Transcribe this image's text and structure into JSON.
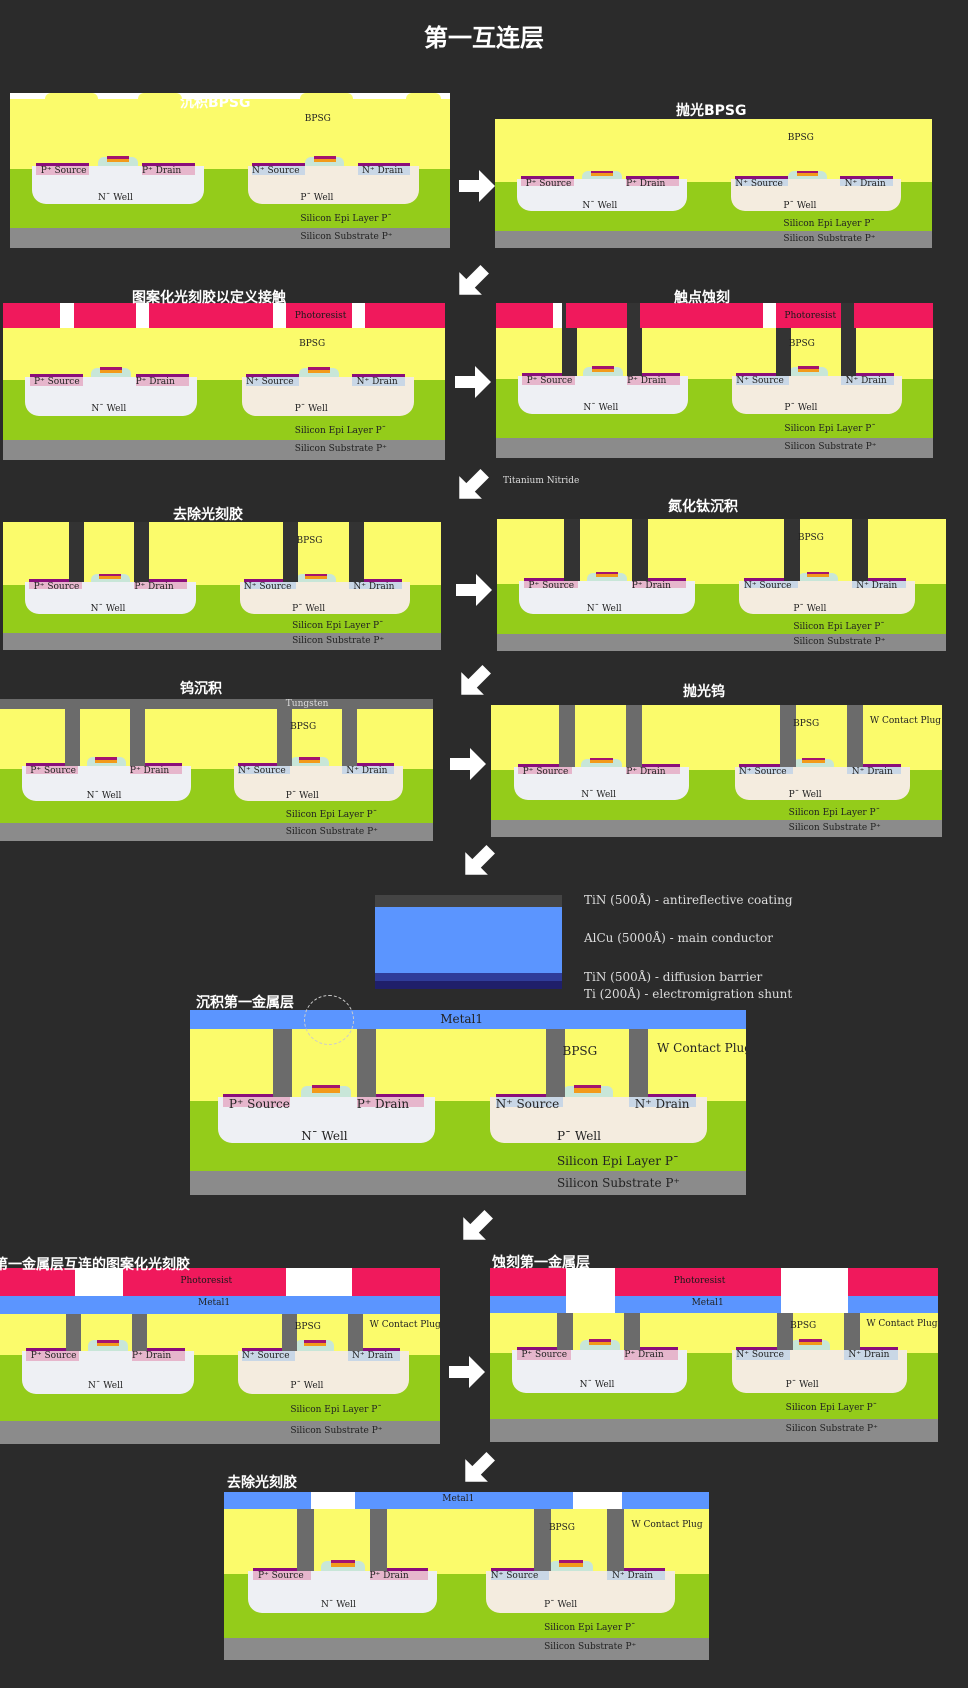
{
  "title": "第一互连层",
  "colors": {
    "bpsg": "#fbfb6b",
    "epi": "#94cc1a",
    "substrate": "#8b8b8b",
    "nwell": "#eef0f4",
    "pwell": "#f4ecdf",
    "photoresist": "#f0195c",
    "metal": "#5b95ff",
    "tungsten": "#6b6b6b",
    "background": "#2b2b2b"
  },
  "labels": {
    "bpsg": "BPSG",
    "p_source": "P⁺ Source",
    "p_drain": "P⁺ Drain",
    "n_source": "N⁺ Source",
    "n_drain": "N⁺ Drain",
    "n_well": "N¯ Well",
    "p_well": "P¯ Well",
    "epi": "Silicon Epi Layer  P¯",
    "substrate": "Silicon Substrate  P⁺",
    "photoresist": "Photoresist",
    "tungsten": "Tungsten",
    "metal1": "Metal1",
    "plug": "W Contact Plug",
    "tin_callout": "Titanium Nitride"
  },
  "steps": [
    {
      "title": "沉积BPSG"
    },
    {
      "title": "抛光BPSG"
    },
    {
      "title": "图案化光刻胶以定义接触"
    },
    {
      "title": "触点蚀刻"
    },
    {
      "title": "去除光刻胶"
    },
    {
      "title": "氮化钛沉积"
    },
    {
      "title": "钨沉积"
    },
    {
      "title": "抛光钨"
    },
    {
      "title": "沉积第一金属层"
    },
    {
      "title": "第一金属层互连的图案化光刻胶"
    },
    {
      "title": "蚀刻第一金属层"
    },
    {
      "title": "去除光刻胶"
    }
  ],
  "metal_stack": [
    "TiN (500Å) - antireflective coating",
    "AlCu (5000Å) - main conductor",
    "TiN (500Å) - diffusion barrier",
    "Ti (200Å) - electromigration shunt"
  ]
}
